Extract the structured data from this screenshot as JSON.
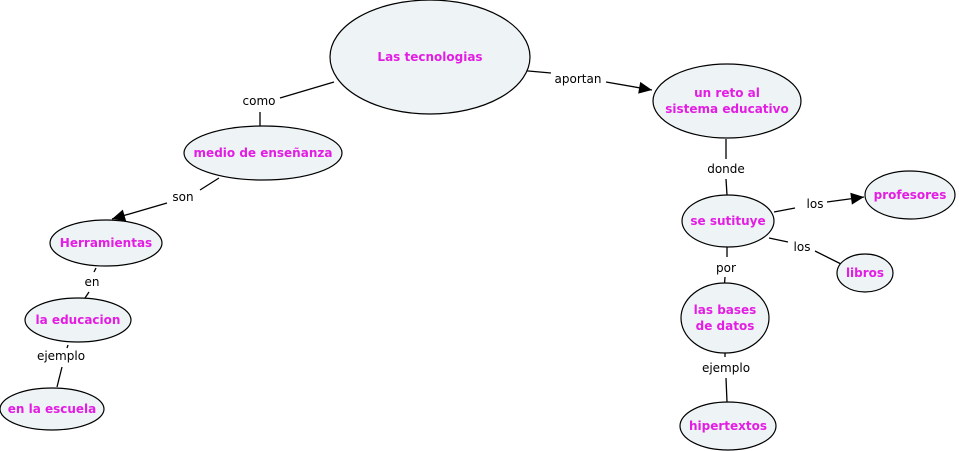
{
  "concept_map": {
    "nodes": [
      {
        "id": "tecnologias",
        "lines": [
          "Las tecnologias"
        ]
      },
      {
        "id": "medio",
        "lines": [
          "medio de enseñanza"
        ]
      },
      {
        "id": "herramientas",
        "lines": [
          "Herramientas"
        ]
      },
      {
        "id": "educacion",
        "lines": [
          "la educacion"
        ]
      },
      {
        "id": "escuela",
        "lines": [
          "en la escuela"
        ]
      },
      {
        "id": "reto",
        "lines": [
          "un reto al",
          "sistema educativo"
        ]
      },
      {
        "id": "sustituye",
        "lines": [
          "se sutituye"
        ]
      },
      {
        "id": "profesores",
        "lines": [
          "profesores"
        ]
      },
      {
        "id": "libros",
        "lines": [
          "libros"
        ]
      },
      {
        "id": "bases",
        "lines": [
          "las bases",
          "de datos"
        ]
      },
      {
        "id": "hipertextos",
        "lines": [
          "hipertextos"
        ]
      }
    ],
    "links": [
      {
        "from": "tecnologias",
        "to": "medio",
        "label": "como",
        "arrow": false
      },
      {
        "from": "medio",
        "to": "herramientas",
        "label": "son",
        "arrow": true
      },
      {
        "from": "herramientas",
        "to": "educacion",
        "label": "en",
        "arrow": false
      },
      {
        "from": "educacion",
        "to": "escuela",
        "label": "ejemplo",
        "arrow": false
      },
      {
        "from": "tecnologias",
        "to": "reto",
        "label": "aportan",
        "arrow": true
      },
      {
        "from": "reto",
        "to": "sustituye",
        "label": "donde",
        "arrow": false
      },
      {
        "from": "sustituye",
        "to": "profesores",
        "label": "los",
        "arrow": true
      },
      {
        "from": "sustituye",
        "to": "libros",
        "label": "los",
        "arrow": false
      },
      {
        "from": "sustituye",
        "to": "bases",
        "label": "por",
        "arrow": false
      },
      {
        "from": "bases",
        "to": "hipertextos",
        "label": "ejemplo",
        "arrow": false
      }
    ]
  }
}
